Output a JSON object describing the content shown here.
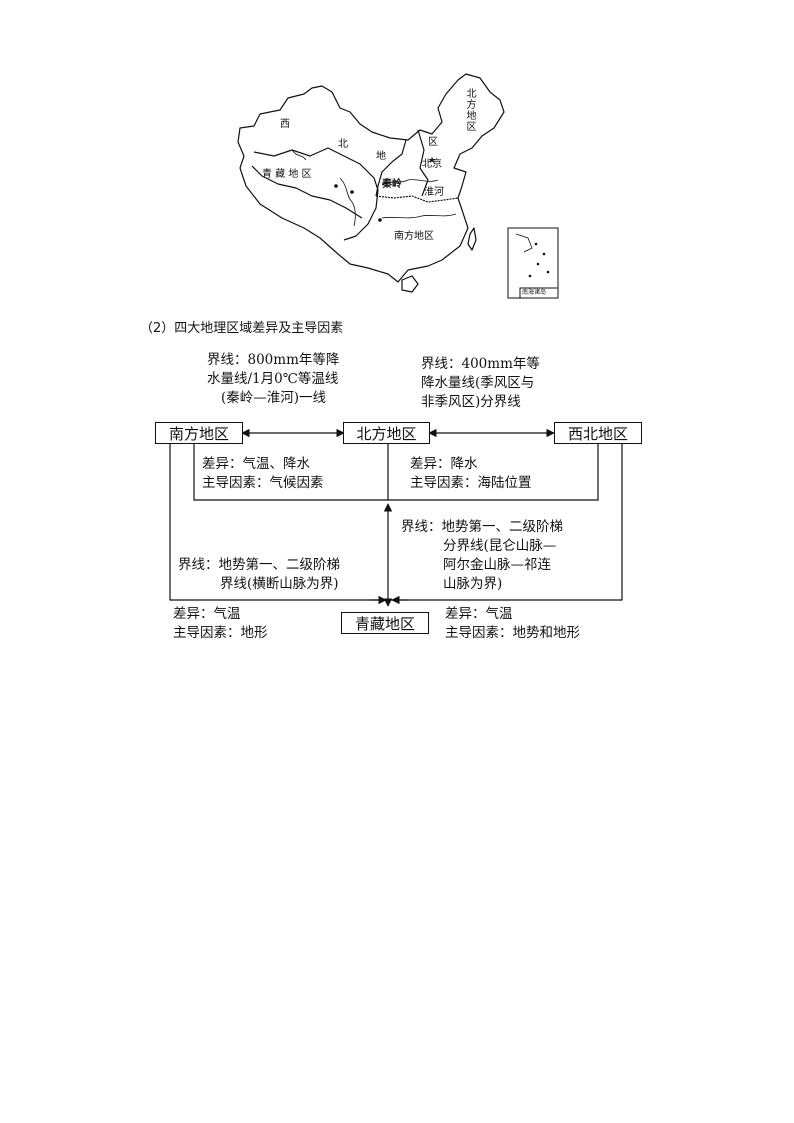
{
  "map": {
    "labels": {
      "xi": "西",
      "bei": "北",
      "di": "地",
      "qu": "区",
      "qingzang": "青 藏 地 区",
      "beijing": "北京",
      "qinling": "秦岭",
      "huaihe": "淮河",
      "nanfang": "南方地区",
      "beifang": "北方地区",
      "inset": "南海诸岛"
    }
  },
  "section": {
    "heading": "（2）四大地理区域差异及主导因素"
  },
  "diagram": {
    "regions": {
      "south": "南方地区",
      "north": "北方地区",
      "northwest": "西北地区",
      "tibet": "青藏地区"
    },
    "boundaries": {
      "south_north": [
        "界线：800mm年等降",
        "水量线/1月0℃等温线",
        "(秦岭—淮河)一线"
      ],
      "north_northwest": [
        "界线：400mm年等",
        "降水量线(季风区与",
        "非季风区)分界线"
      ],
      "northwest_tibet": [
        "界线：地势第一、二级阶梯",
        "分界线(昆仑山脉—",
        "阿尔金山脉—祁连",
        "山脉为界)"
      ],
      "south_tibet": [
        "界线：地势第一、二级阶梯",
        "界线(横断山脉为界)"
      ]
    },
    "differences": {
      "south_north": [
        "差异：气温、降水",
        "主导因素：气候因素"
      ],
      "north_northwest": [
        "差异：降水",
        "主导因素：海陆位置"
      ],
      "south_tibet": [
        "差异：气温",
        "主导因素：地形"
      ],
      "northwest_tibet": [
        "差异：气温",
        "主导因素：地势和地形"
      ]
    }
  }
}
